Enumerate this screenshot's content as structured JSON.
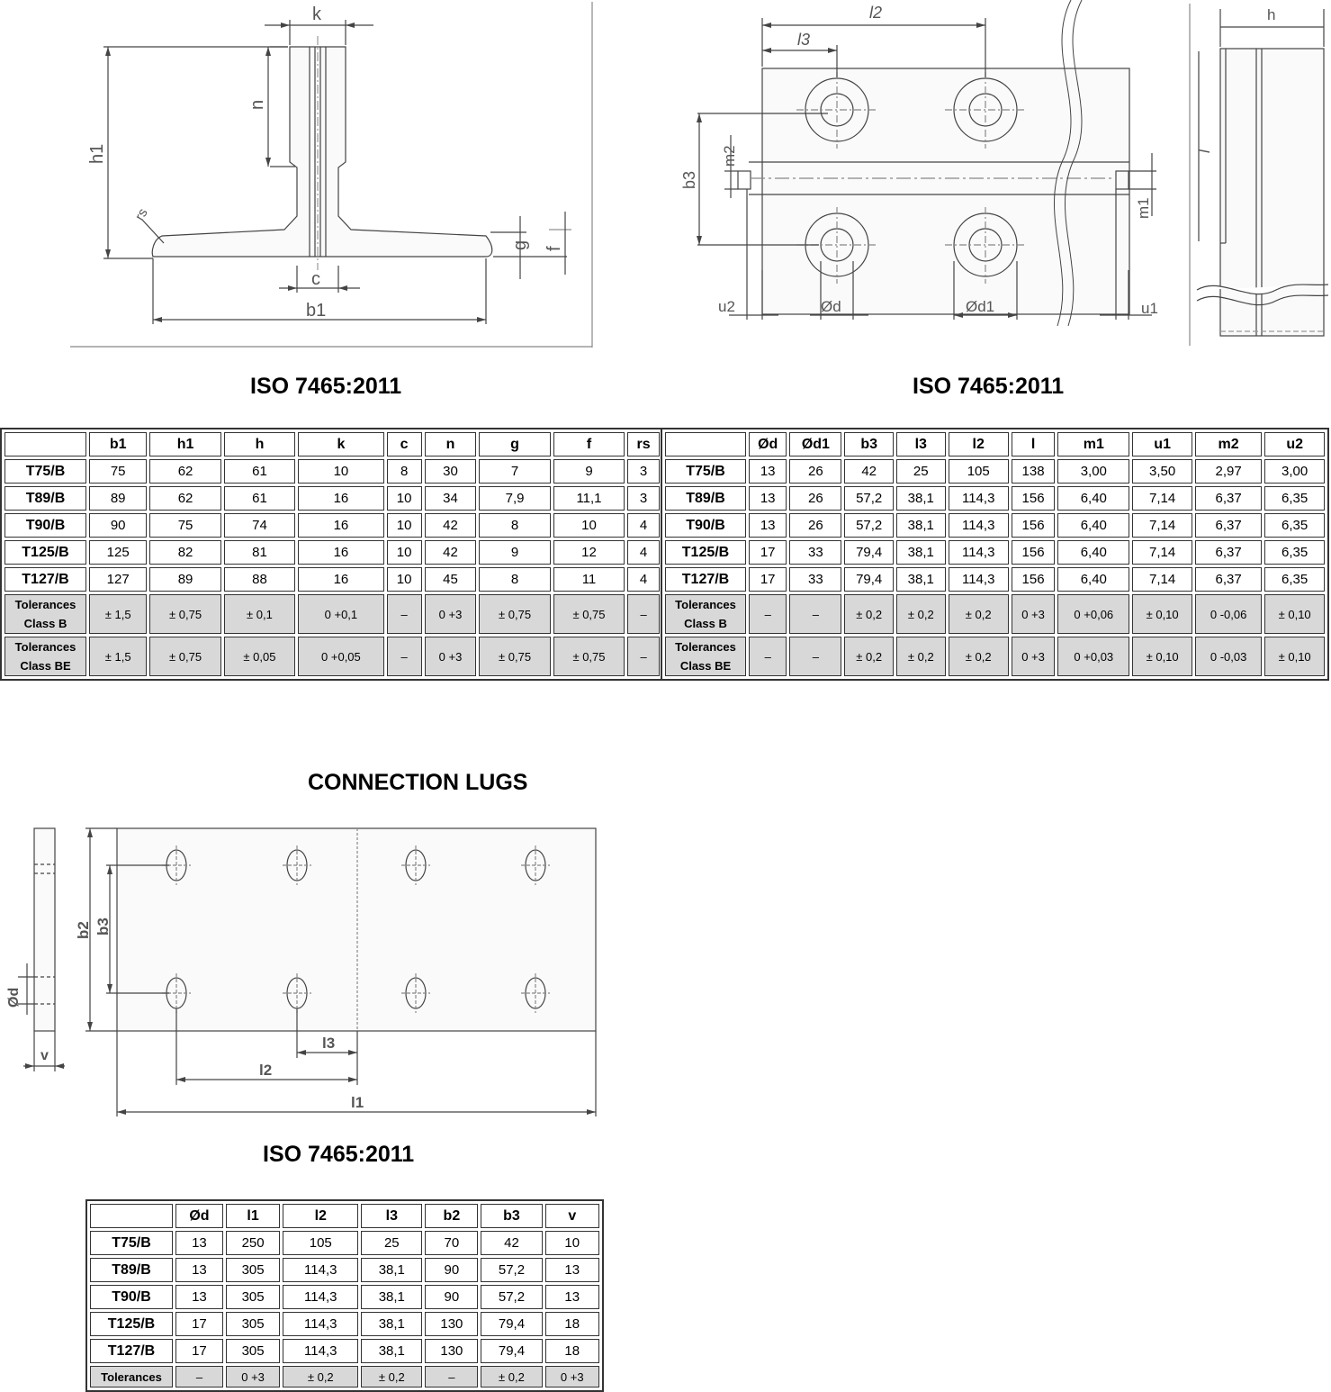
{
  "headings": {
    "iso_left": "ISO 7465:2011",
    "iso_right": "ISO 7465:2011",
    "connection_lugs": "CONNECTION LUGS",
    "iso_lugs": "ISO 7465:2011"
  },
  "drawings": {
    "profile": {
      "k": "k",
      "n": "n",
      "h1": "h1",
      "rs": "rs",
      "g": "g",
      "f": "f",
      "c": "c",
      "b1": "b1"
    },
    "plan": {
      "l2": "l2",
      "l3": "l3",
      "b3": "b3",
      "m2": "m2",
      "m1": "m1",
      "u2": "u2",
      "d": "Ød",
      "d1": "Ød1",
      "u1": "u1"
    },
    "side": {
      "h": "h",
      "l": "l"
    },
    "lug": {
      "b2": "b2",
      "b3": "b3",
      "d": "Ød",
      "v": "v",
      "l3": "l3",
      "l2": "l2",
      "l1": "l1"
    }
  },
  "table1": {
    "headers": [
      "",
      "b1",
      "h1",
      "h",
      "k",
      "c",
      "n",
      "g",
      "f",
      "rs"
    ],
    "rows": [
      [
        "T75/B",
        "75",
        "62",
        "61",
        "10",
        "8",
        "30",
        "7",
        "9",
        "3"
      ],
      [
        "T89/B",
        "89",
        "62",
        "61",
        "16",
        "10",
        "34",
        "7,9",
        "11,1",
        "3"
      ],
      [
        "T90/B",
        "90",
        "75",
        "74",
        "16",
        "10",
        "42",
        "8",
        "10",
        "4"
      ],
      [
        "T125/B",
        "125",
        "82",
        "81",
        "16",
        "10",
        "42",
        "9",
        "12",
        "4"
      ],
      [
        "T127/B",
        "127",
        "89",
        "88",
        "16",
        "10",
        "45",
        "8",
        "11",
        "4"
      ]
    ],
    "tol_b": {
      "l1": "Tolerances",
      "l2": "Class B",
      "cells": [
        "± 1,5",
        "± 0,75",
        "± 0,1",
        "0 +0,1",
        "–",
        "0 +3",
        "± 0,75",
        "± 0,75",
        "–"
      ]
    },
    "tol_be": {
      "l1": "Tolerances",
      "l2": "Class BE",
      "cells": [
        "± 1,5",
        "± 0,75",
        "± 0,05",
        "0 +0,05",
        "–",
        "0 +3",
        "± 0,75",
        "± 0,75",
        "–"
      ]
    }
  },
  "table2": {
    "headers": [
      "",
      "Ød",
      "Ød1",
      "b3",
      "l3",
      "l2",
      "l",
      "m1",
      "u1",
      "m2",
      "u2"
    ],
    "rows": [
      [
        "T75/B",
        "13",
        "26",
        "42",
        "25",
        "105",
        "138",
        "3,00",
        "3,50",
        "2,97",
        "3,00"
      ],
      [
        "T89/B",
        "13",
        "26",
        "57,2",
        "38,1",
        "114,3",
        "156",
        "6,40",
        "7,14",
        "6,37",
        "6,35"
      ],
      [
        "T90/B",
        "13",
        "26",
        "57,2",
        "38,1",
        "114,3",
        "156",
        "6,40",
        "7,14",
        "6,37",
        "6,35"
      ],
      [
        "T125/B",
        "17",
        "33",
        "79,4",
        "38,1",
        "114,3",
        "156",
        "6,40",
        "7,14",
        "6,37",
        "6,35"
      ],
      [
        "T127/B",
        "17",
        "33",
        "79,4",
        "38,1",
        "114,3",
        "156",
        "6,40",
        "7,14",
        "6,37",
        "6,35"
      ]
    ],
    "tol_b": {
      "l1": "Tolerances",
      "l2": "Class B",
      "cells": [
        "–",
        "–",
        "± 0,2",
        "± 0,2",
        "± 0,2",
        "0 +3",
        "0 +0,06",
        "± 0,10",
        "0 -0,06",
        "± 0,10"
      ]
    },
    "tol_be": {
      "l1": "Tolerances",
      "l2": "Class BE",
      "cells": [
        "–",
        "–",
        "± 0,2",
        "± 0,2",
        "± 0,2",
        "0 +3",
        "0 +0,03",
        "± 0,10",
        "0 -0,03",
        "± 0,10"
      ]
    }
  },
  "table3": {
    "headers": [
      "",
      "Ød",
      "l1",
      "l2",
      "l3",
      "b2",
      "b3",
      "v"
    ],
    "rows": [
      [
        "T75/B",
        "13",
        "250",
        "105",
        "25",
        "70",
        "42",
        "10"
      ],
      [
        "T89/B",
        "13",
        "305",
        "114,3",
        "38,1",
        "90",
        "57,2",
        "13"
      ],
      [
        "T90/B",
        "13",
        "305",
        "114,3",
        "38,1",
        "90",
        "57,2",
        "13"
      ],
      [
        "T125/B",
        "17",
        "305",
        "114,3",
        "38,1",
        "130",
        "79,4",
        "18"
      ],
      [
        "T127/B",
        "17",
        "305",
        "114,3",
        "38,1",
        "130",
        "79,4",
        "18"
      ]
    ],
    "tol": {
      "label": "Tolerances",
      "cells": [
        "–",
        "0 +3",
        "± 0,2",
        "± 0,2",
        "–",
        "± 0,2",
        "0 +3"
      ]
    }
  }
}
